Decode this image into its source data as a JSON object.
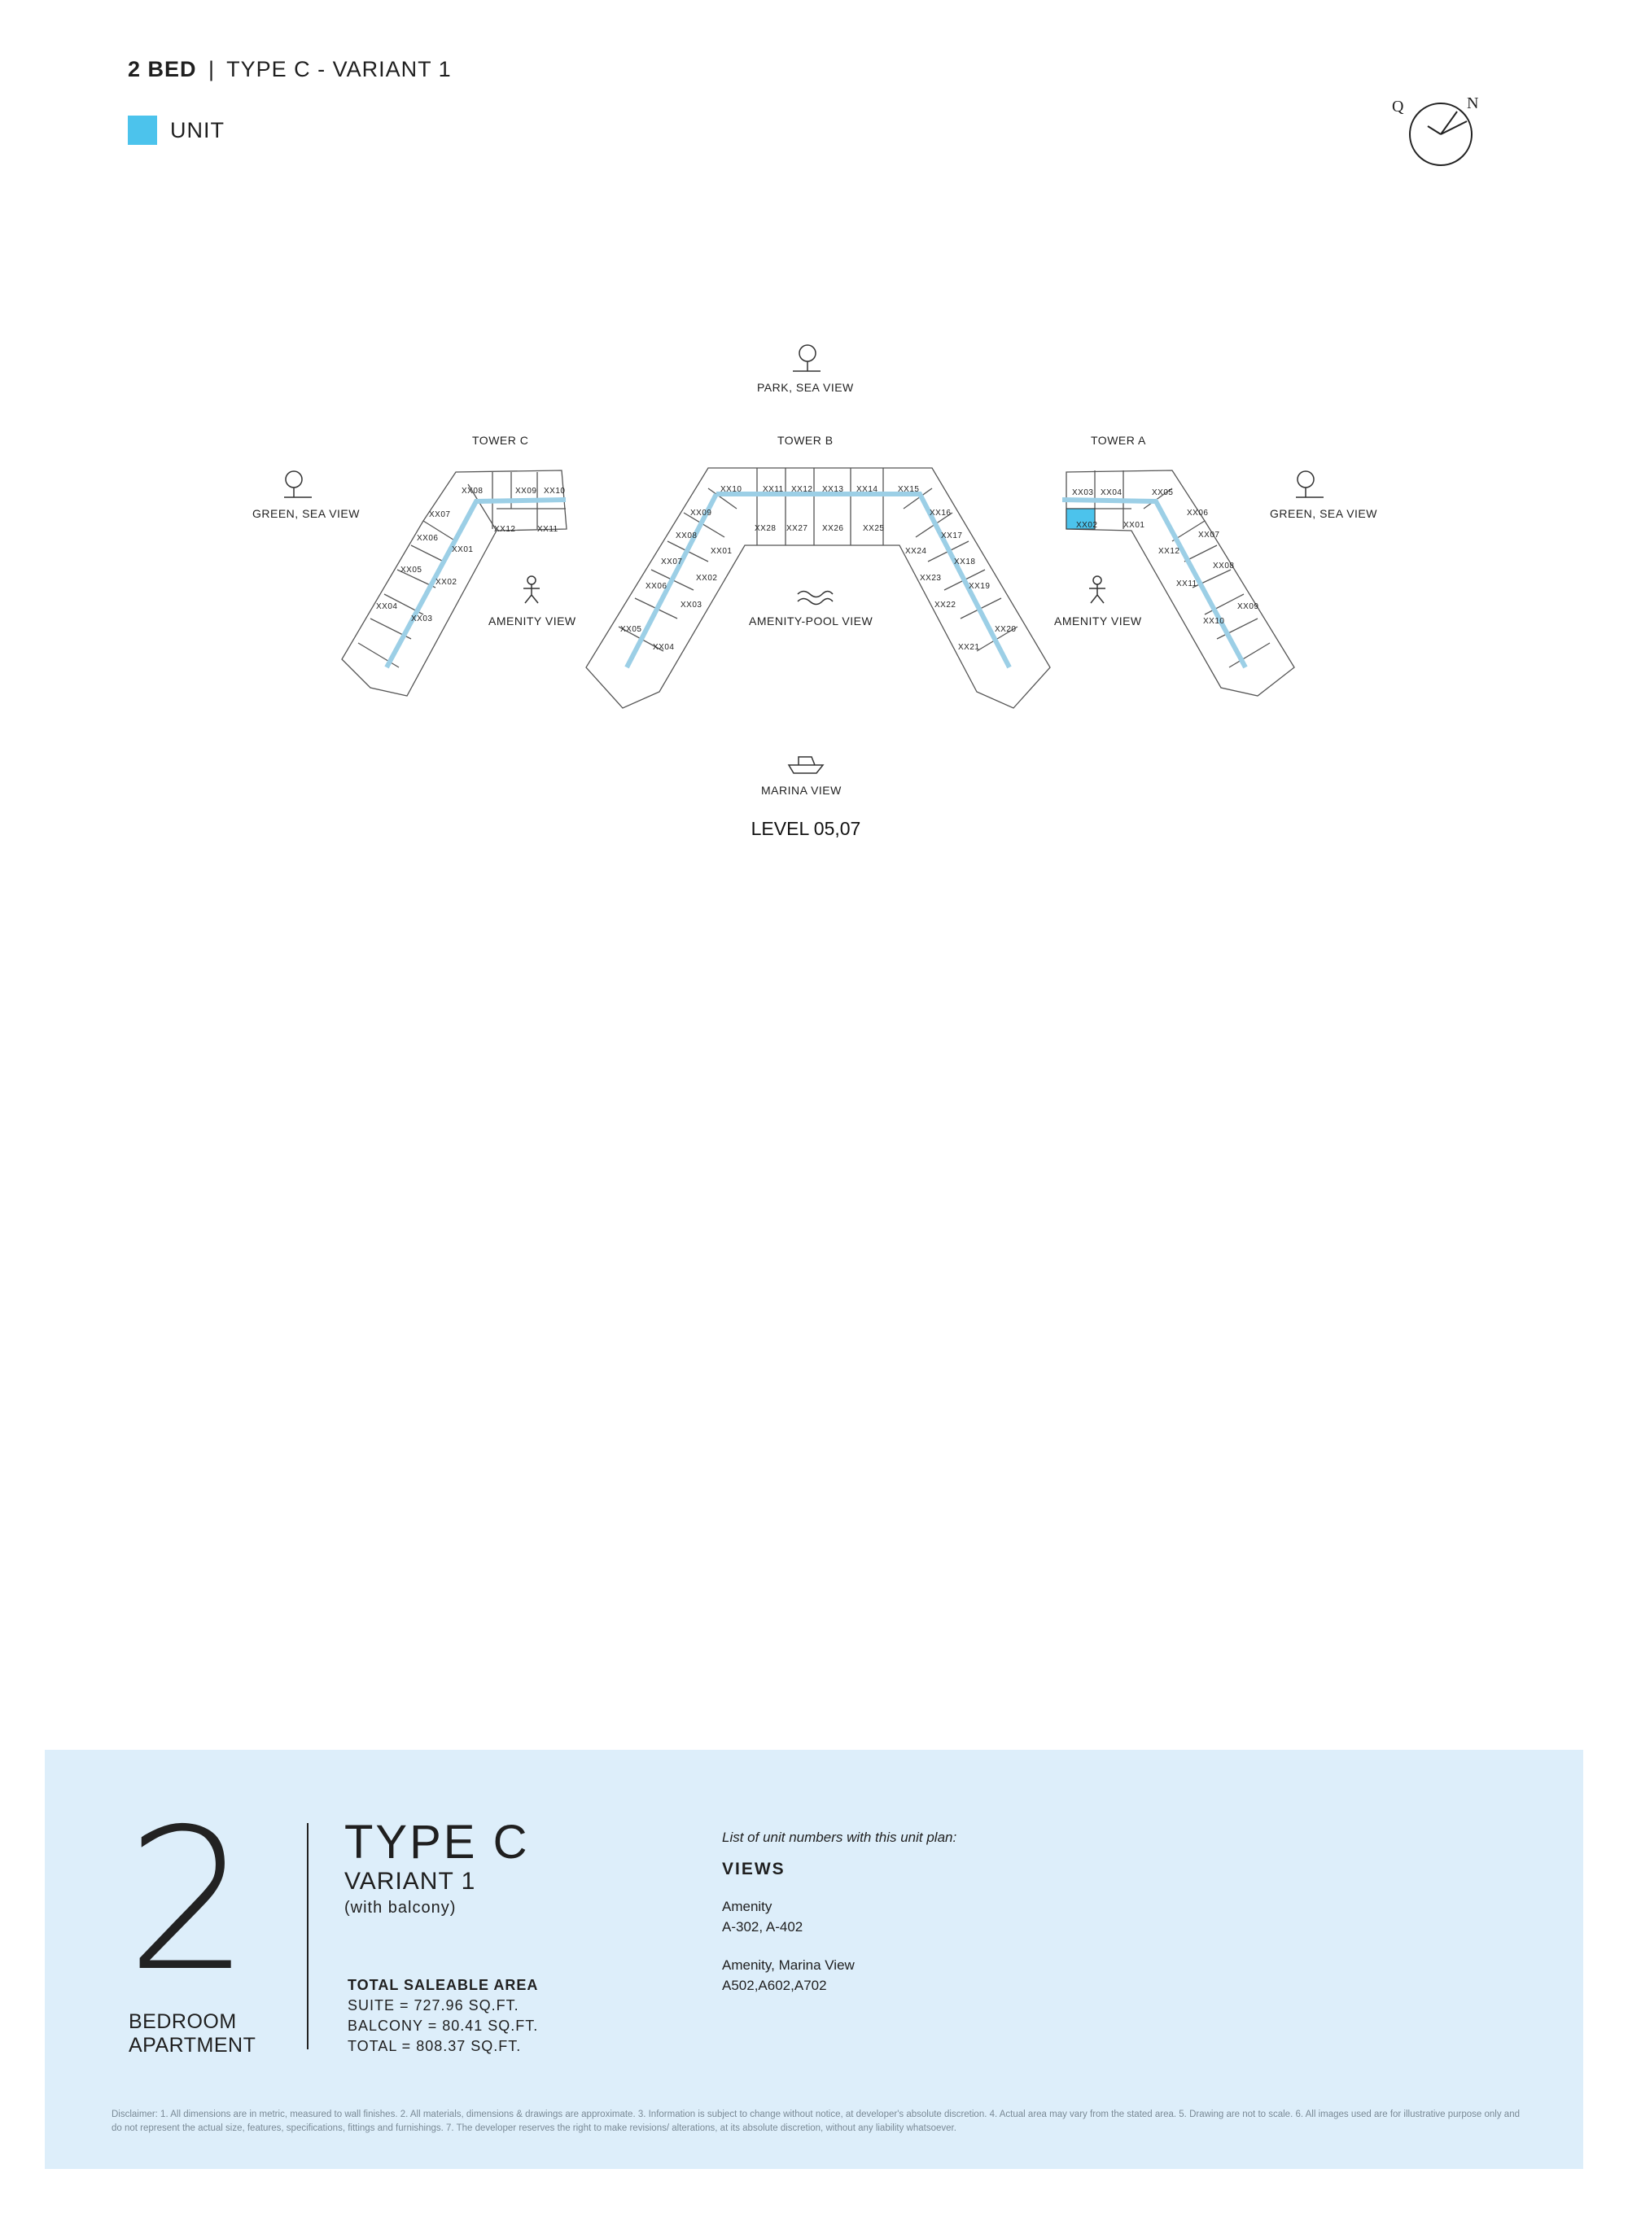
{
  "header": {
    "bed_label": "2 BED",
    "separator": "|",
    "type_label": "TYPE C - VARIANT 1"
  },
  "legend": {
    "label": "UNIT",
    "color": "#4cc3ec"
  },
  "compass": {
    "q_label": "Q",
    "n_label": "N"
  },
  "plan": {
    "views": {
      "top": "PARK, SEA VIEW",
      "left": "GREEN, SEA VIEW",
      "right": "GREEN, SEA VIEW",
      "amenity_left": "AMENITY VIEW",
      "amenity_right": "AMENITY VIEW",
      "pool": "AMENITY-POOL VIEW",
      "bottom": "MARINA VIEW"
    },
    "towers": {
      "c": "TOWER C",
      "b": "TOWER B",
      "a": "TOWER A"
    },
    "units": {
      "c": [
        "XX08",
        "XX09",
        "XX10",
        "XX07",
        "XX12",
        "XX11",
        "XX06",
        "XX01",
        "XX05",
        "XX02",
        "XX04",
        "XX03"
      ],
      "b": [
        "XX10",
        "XX11",
        "XX12",
        "XX13",
        "XX14",
        "XX15",
        "XX09",
        "XX28",
        "XX27",
        "XX26",
        "XX25",
        "XX16",
        "XX08",
        "XX01",
        "XX24",
        "XX17",
        "XX07",
        "XX02",
        "XX23",
        "XX18",
        "XX06",
        "XX03",
        "XX22",
        "XX19",
        "XX05",
        "XX04",
        "XX21",
        "XX20"
      ],
      "a": [
        "XX03",
        "XX04",
        "XX05",
        "XX02",
        "XX01",
        "XX06",
        "XX07",
        "XX12",
        "XX08",
        "XX11",
        "XX09",
        "XX10"
      ]
    },
    "highlighted_unit": "XX02",
    "level": "LEVEL 05,07"
  },
  "panel": {
    "bedroom_count": "2",
    "bedroom_line1": "BEDROOM",
    "bedroom_line2": "APARTMENT",
    "type_title": "TYPE C",
    "variant": "VARIANT 1",
    "balcony_note": "(with  balcony)",
    "area_title": "TOTAL SALEABLE AREA",
    "suite": "SUITE = 727.96 SQ.FT.",
    "balcony": "BALCONY = 80.41 SQ.FT.",
    "total": "TOTAL = 808.37 SQ.FT.",
    "list_note": "List of unit numbers with this unit plan:",
    "views_title": "VIEWS",
    "view_groups": [
      {
        "name": "Amenity",
        "units": "A-302, A-402"
      },
      {
        "name": "Amenity, Marina View",
        "units": "A502,A602,A702"
      }
    ],
    "disclaimer": "Disclaimer: 1. All dimensions are in metric, measured to wall finishes. 2. All materials, dimensions & drawings are approximate. 3. Information is subject to change without notice, at developer's absolute discretion. 4. Actual area may vary from the stated area. 5. Drawing are not to scale. 6. All images used are for illustrative purpose only and do not represent the actual size, features, specifications, fittings and furnishings. 7. The developer reserves the right to make revisions/ alterations, at its absolute discretion, without any liability whatsoever."
  }
}
